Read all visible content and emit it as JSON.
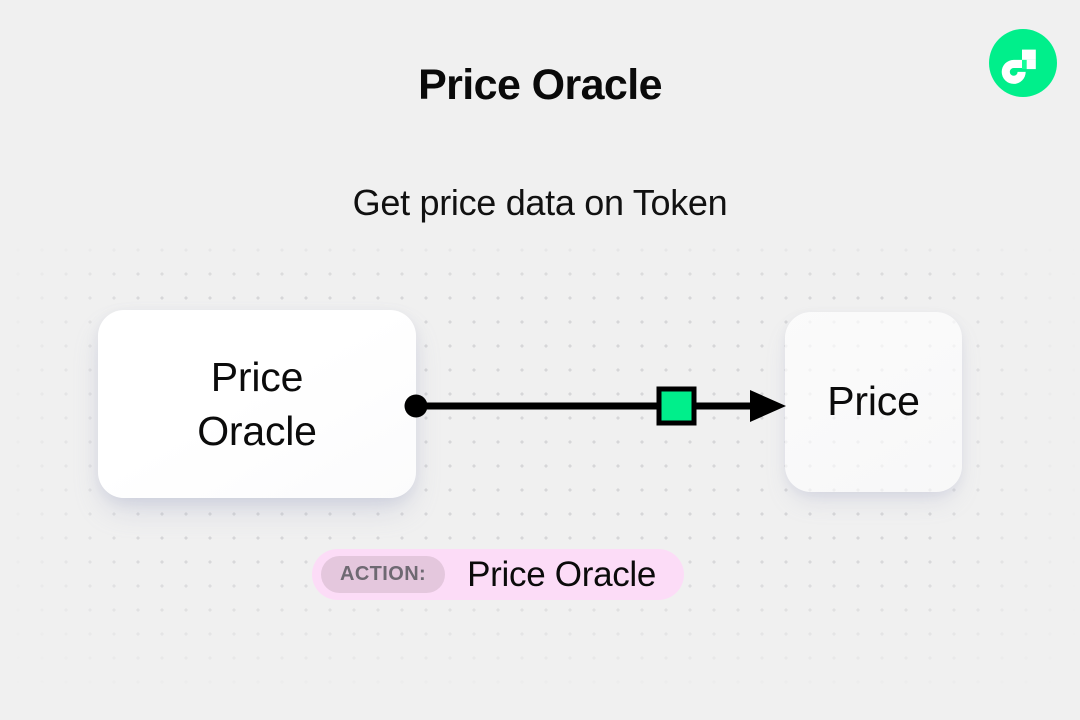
{
  "page": {
    "title": "Price Oracle",
    "subtitle": "Get price data on Token",
    "background_color": "#f0f0f0"
  },
  "brand": {
    "icon": "flow-logo-icon",
    "name": "Flow",
    "circle_color": "#00ef8b",
    "mark_color": "#ffffff"
  },
  "diagram": {
    "nodes": [
      {
        "id": "source",
        "label": "Price\nOracle",
        "role": "source-node",
        "card_color": "#ffffff"
      },
      {
        "id": "target",
        "label": "Price",
        "role": "target-node",
        "card_color": "#ffffff"
      }
    ],
    "edge": {
      "from": "source",
      "to": "target",
      "start_marker": "dot",
      "end_marker": "arrow",
      "stroke_color": "#000000",
      "token": {
        "shape": "square",
        "fill": "#00ef8b",
        "stroke": "#000000"
      }
    }
  },
  "action": {
    "tag_label": "ACTION:",
    "value": "Price Oracle",
    "pill_color": "#fcdcf7",
    "tag_color": "#e4c7dd",
    "tag_text_color": "#6e6972"
  }
}
